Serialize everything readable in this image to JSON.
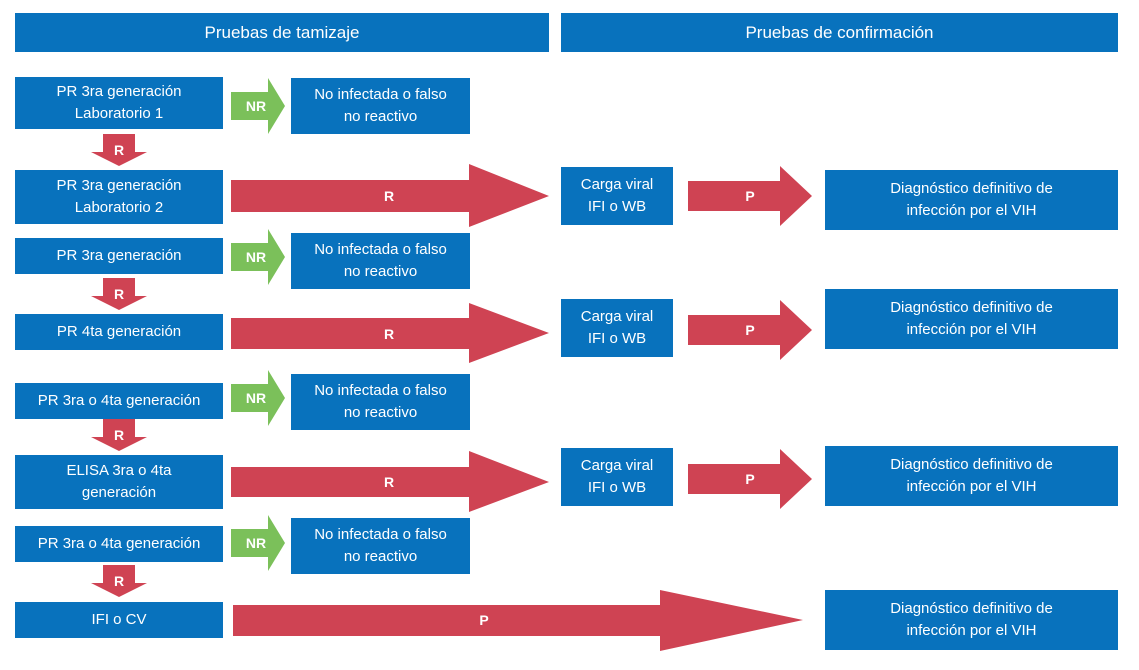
{
  "headers": {
    "screening": "Pruebas de tamizaje",
    "confirmation": "Pruebas de confirmación"
  },
  "colors": {
    "box": "#0872bd",
    "red_arrow": "#cf4353",
    "green_arrow": "#7bc05a",
    "text": "#ffffff"
  },
  "boxes": {
    "pr3_lab1": "PR 3ra generación\nLaboratorio 1",
    "pr3_lab2": "PR 3ra generación\nLaboratorio 2",
    "pr3": "PR 3ra generación",
    "pr4": "PR  4ta generación",
    "pr3o4_a": "PR 3ra o 4ta generación",
    "elisa": "ELISA 3ra o 4ta\ngeneración",
    "pr3o4_b": "PR 3ra o 4ta generación",
    "ifi_cv": "IFI o CV",
    "noinf_1": "No infectada o falso\nno  reactivo",
    "noinf_2": "No infectada o falso\nno  reactivo",
    "noinf_3": "No infectada o falso\nno  reactivo",
    "noinf_4": "No infectada o falso\nno  reactivo",
    "carga_1": "Carga viral\nIFI o WB",
    "carga_2": "Carga viral\nIFI o WB",
    "carga_3": "Carga viral\nIFI o WB",
    "diag_1": "Diagnóstico definitivo de\ninfección por el VIH",
    "diag_2": "Diagnóstico definitivo de\ninfección por el VIH",
    "diag_3": "Diagnóstico definitivo de\ninfección por el VIH",
    "diag_4": "Diagnóstico definitivo de\ninfección por el VIH"
  },
  "arrows": {
    "nr": "NR",
    "r": "R",
    "p": "P"
  }
}
